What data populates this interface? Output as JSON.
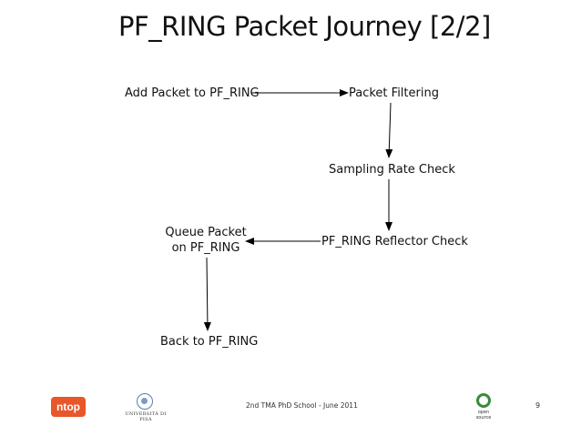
{
  "slide": {
    "title": "PF_RING Packet Journey [2/2]",
    "nodes": {
      "add_packet": "Add Packet to PF_RING",
      "packet_filtering": "Packet Filtering",
      "sampling_rate_check": "Sampling Rate Check",
      "reflector_check": "PF_RING Reflector Check",
      "queue_packet_line1": "Queue Packet",
      "queue_packet_line2": "on PF_RING",
      "back_to_pfring": "Back to PF_RING"
    },
    "footer": {
      "event": "2nd TMA PhD School - June 2011",
      "page_number": "9",
      "ntop_logo_text": "ntop",
      "unipi_logo_text": "UNIVERSITÀ DI PISA",
      "opensource_logo_text": "open source"
    }
  },
  "colors": {
    "text": "#111111",
    "arrow": "#000000",
    "ntop_orange": "#e8562a",
    "opensource_green": "#3a8a3a"
  }
}
